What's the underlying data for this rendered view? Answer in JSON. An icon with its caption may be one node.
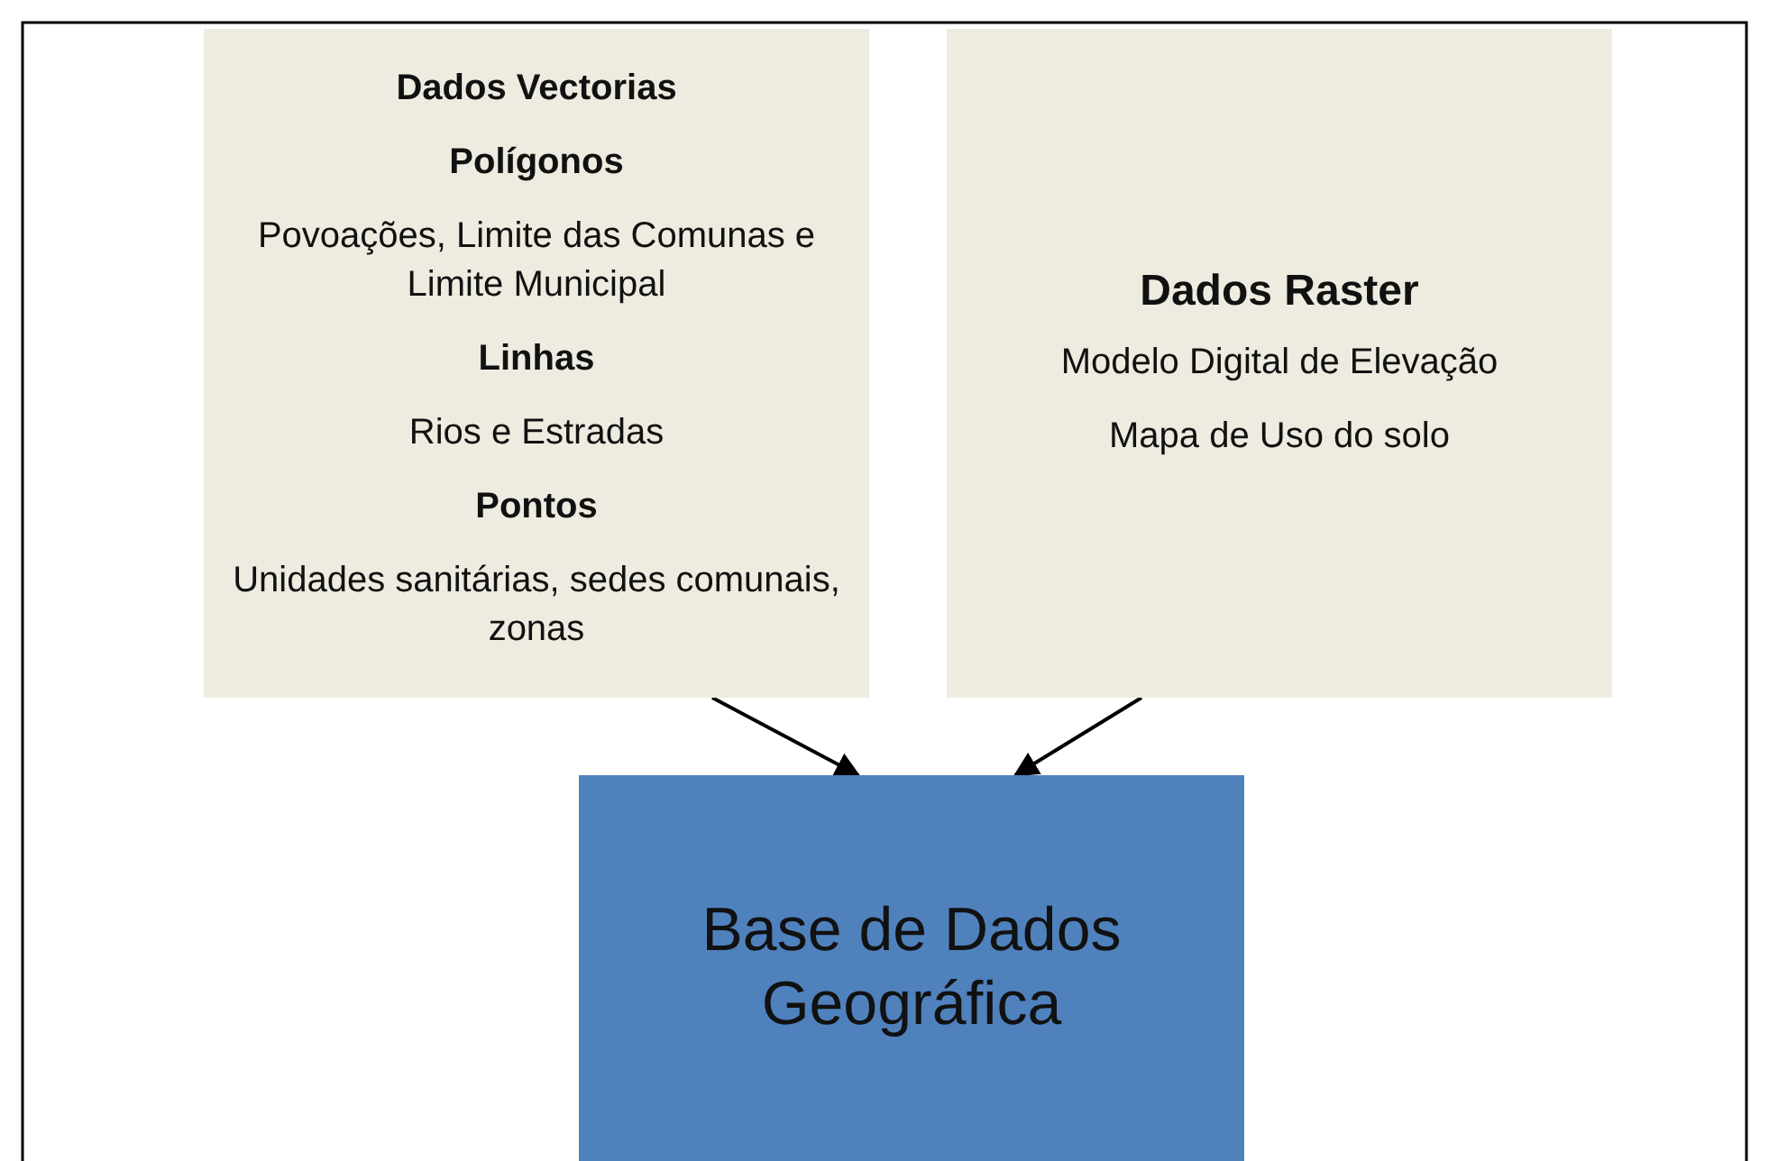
{
  "diagram": {
    "nodes": [
      {
        "text": [
          "Dados Vectorias",
          "Polígonos",
          "Povoações, Limite das Comunas e Limite Municipal",
          "Linhas",
          "Rios e Estradas",
          "Pontos",
          "Unidades sanitárias, sedes comunais, zonas"
        ]
      },
      {
        "text": [
          "Dados Raster",
          "Modelo Digital de Elevação",
          "Mapa de Uso do solo"
        ]
      },
      {
        "text": [
          "Base de Dados Geográfica"
        ]
      }
    ],
    "edges": [
      {
        "from": 0,
        "to": 2,
        "arrow": "to"
      },
      {
        "from": 1,
        "to": 2,
        "arrow": "to"
      }
    ]
  }
}
